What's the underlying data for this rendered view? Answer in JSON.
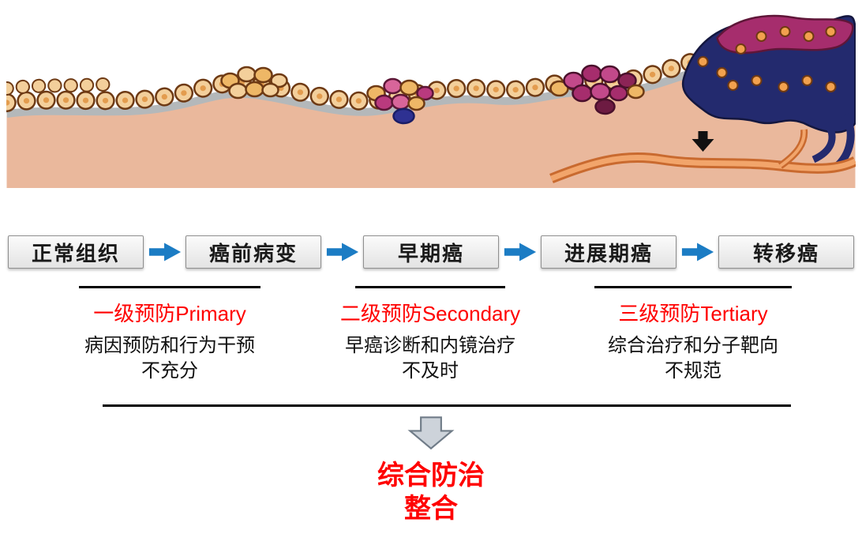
{
  "stages": [
    {
      "label": "正常组织"
    },
    {
      "label": "癌前病变"
    },
    {
      "label": "早期癌"
    },
    {
      "label": "进展期癌"
    },
    {
      "label": "转移癌"
    }
  ],
  "preventions": [
    {
      "title": "一级预防Primary",
      "line1": "病因预防和行为干预",
      "line2": "不充分"
    },
    {
      "title": "二级预防Secondary",
      "line1": "早癌诊断和内镜治疗",
      "line2": "不及时"
    },
    {
      "title": "三级预防Tertiary",
      "line1": "综合治疗和分子靶向",
      "line2": "不规范"
    }
  ],
  "conclusion": {
    "line1": "综合防治",
    "line2": "整合"
  },
  "colors": {
    "accent_red": "#ff0000",
    "arrow_blue": "#1b7cc4",
    "box_background": "#f1f1f1",
    "box_border": "#8f8f8f",
    "text_black": "#1a1a1a",
    "line_black": "#000000",
    "down_arrow_gray": "#cdd3da",
    "stroma_peach": "#eab89c",
    "membrane_gray": "#b4b8ba",
    "tumor_navy": "#232a6e",
    "tumor_magenta": "#a62d6d",
    "vessel_orange": "#c96a2f"
  },
  "icons": {
    "flow_arrow": "➡",
    "down_arrow": "⬇",
    "invasion_arrow": "▼"
  }
}
